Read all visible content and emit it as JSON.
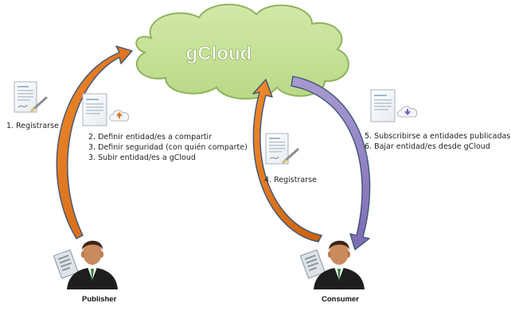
{
  "cloud": {
    "label": "gCloud",
    "fill": "#c4df94",
    "stroke": "#8fb35c"
  },
  "arrows": {
    "orange": "#e0731c",
    "purple": "#8a7bbd",
    "outline": "#3e5478"
  },
  "publisher": {
    "name": "Publisher",
    "step1": "1. Registrarse",
    "steps": [
      "2. Definir entidad/es a compartir",
      "3. Definir seguridad (con quién comparte)",
      "3. Subir entidad/es a gCloud"
    ]
  },
  "consumer": {
    "name": "Consumer",
    "step4": "4. Registrarse",
    "steps": [
      "5. Subscribirse a entidades publicadas.",
      "6. Bajar entidad/es desde gCloud"
    ]
  },
  "icons": {
    "register_publisher": "signed-document-icon",
    "upload": "upload-document-icon",
    "register_consumer": "signed-document-icon",
    "download": "download-document-icon",
    "publisher": "businessman-icon",
    "consumer": "businessman-icon"
  }
}
